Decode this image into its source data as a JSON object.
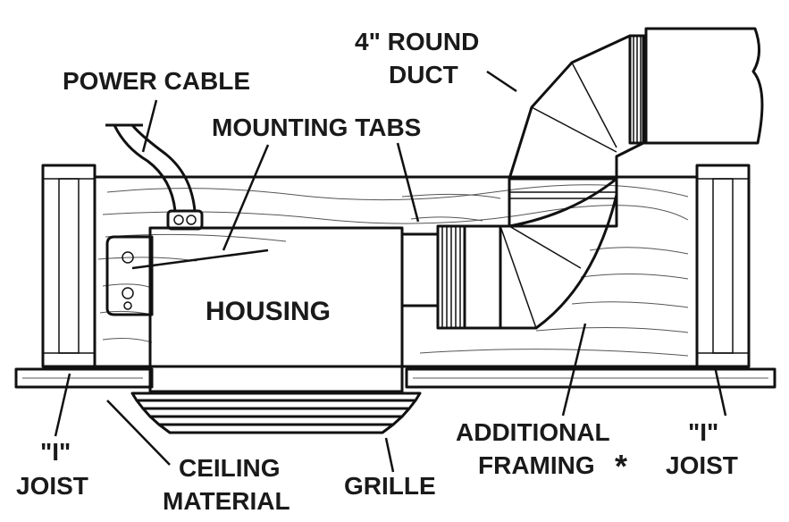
{
  "labels": {
    "round_duct_line1": "4\" ROUND",
    "round_duct_line2": "DUCT",
    "power_cable": "POWER CABLE",
    "mounting_tabs": "MOUNTING TABS",
    "housing": "HOUSING",
    "i_joist_left_line1": "\"I\"",
    "i_joist_left_line2": "JOIST",
    "ceiling_material_line1": "CEILING",
    "ceiling_material_line2": "MATERIAL",
    "grille": "GRILLE",
    "additional_framing_line1": "ADDITIONAL",
    "additional_framing_line2": "FRAMING",
    "additional_framing_mark": "*",
    "i_joist_right_line1": "\"I\"",
    "i_joist_right_line2": "JOIST"
  },
  "colors": {
    "line": "#111111",
    "housing_fill": "#d6d6d6",
    "panel_fill": "#e2e2e2",
    "background": "#ffffff"
  }
}
